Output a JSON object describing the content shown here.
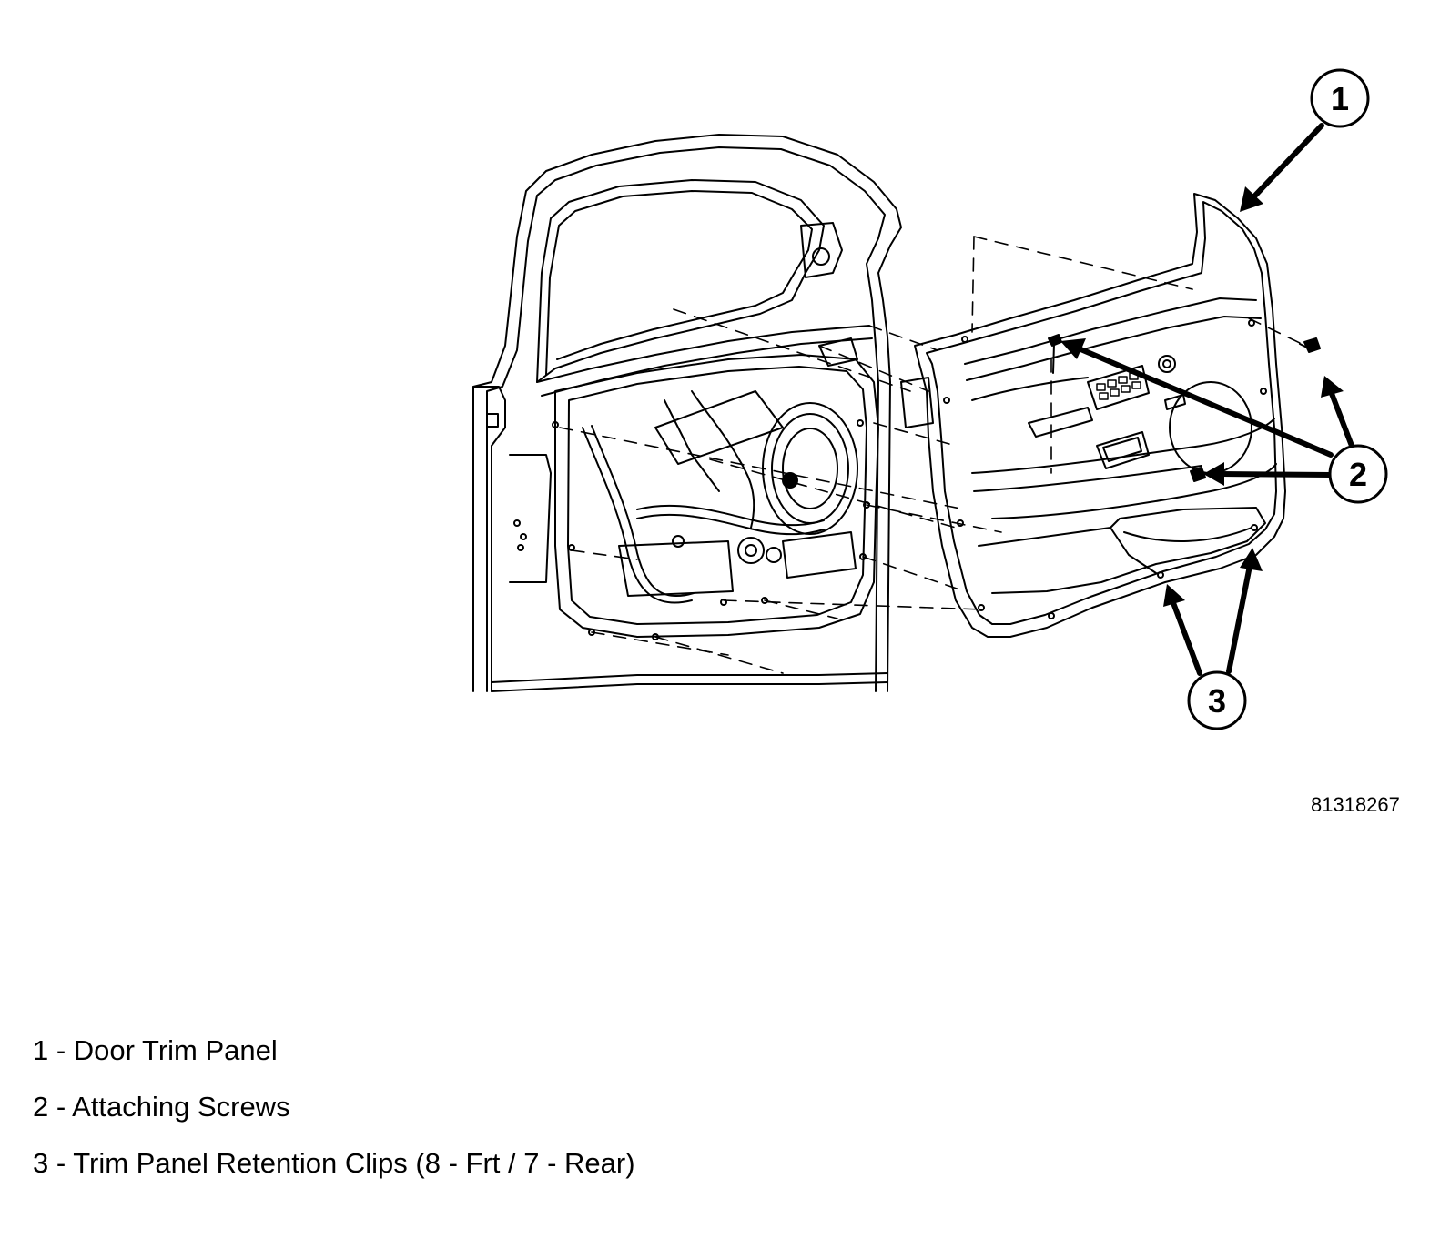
{
  "figure_id": "81318267",
  "callouts": [
    {
      "number": "1",
      "label": "Door Trim Panel"
    },
    {
      "number": "2",
      "label": "Attaching Screws"
    },
    {
      "number": "3",
      "label": "Trim Panel Retention Clips (8 - Frt / 7 - Rear)"
    }
  ],
  "legend": [
    "1 - Door Trim Panel",
    "2 - Attaching Screws",
    "3 - Trim Panel Retention Clips (8 - Frt / 7 - Rear)"
  ]
}
